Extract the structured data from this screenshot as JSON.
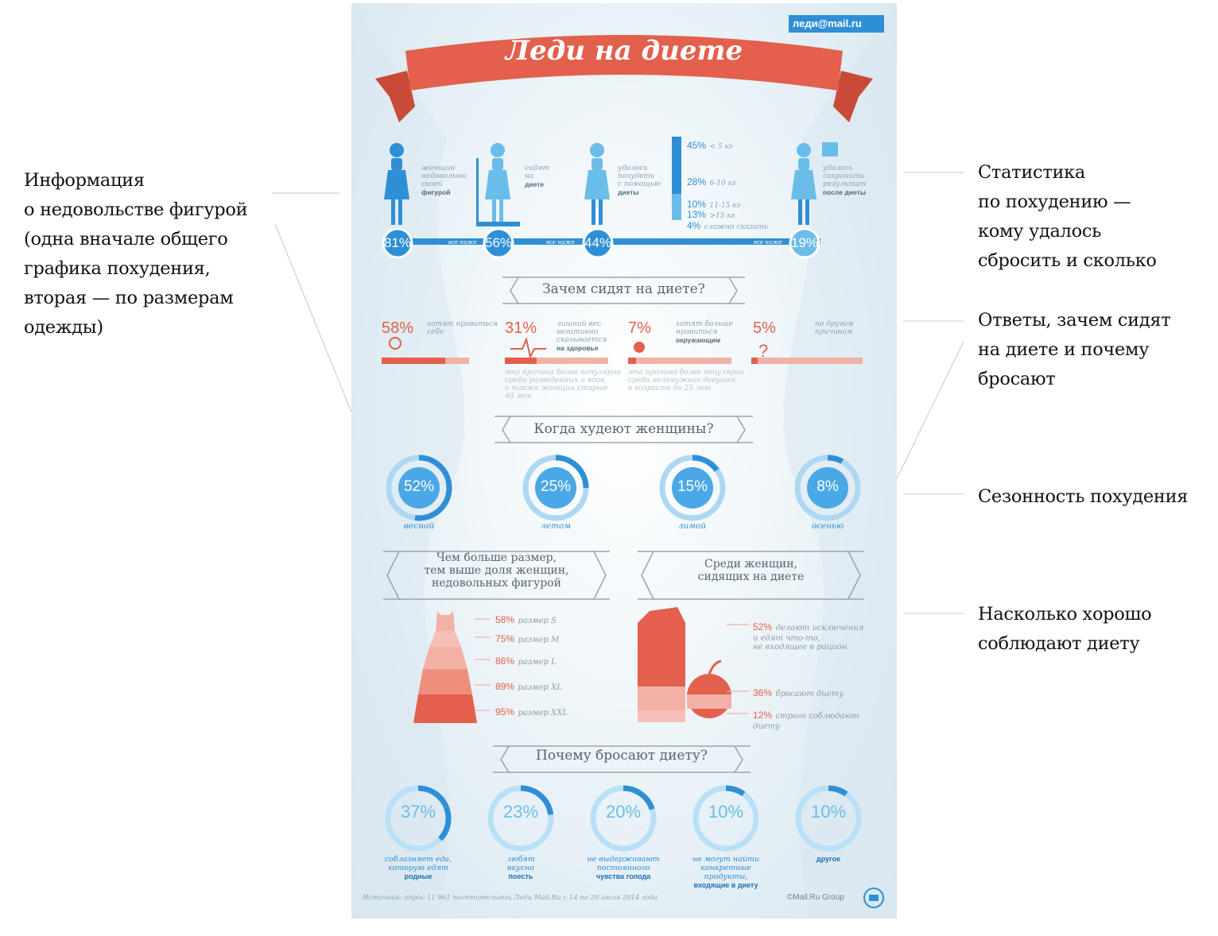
{
  "annotations": {
    "left": [
      "Информация",
      "о недовольстве фигурой",
      "(одна вначале общего",
      "графика похудения,",
      "вторая — по размерам",
      "одежды)"
    ],
    "stats": [
      "Статистика",
      "по похудению —",
      "кому удалось",
      "сбросить и сколько"
    ],
    "reasons": [
      "Ответы, зачем сидят",
      "на диете и почему",
      "бросают"
    ],
    "season": [
      "Сезонность похудения"
    ],
    "adherence": [
      "Насколько хорошо",
      "соблюдают диету"
    ]
  },
  "infographic": {
    "logo": "леди@mail.ru",
    "title": "Леди на диете",
    "funnel": [
      {
        "pct": "81%",
        "label": [
          "женщин",
          "недовольны",
          "своей"
        ],
        "bold": "фигурой"
      },
      {
        "pct": "56%",
        "label": [
          "сидят",
          "на"
        ],
        "bold": "диете"
      },
      {
        "pct": "44%",
        "label": [
          "удалось",
          "похудеть",
          "с помощью"
        ],
        "bold": "диеты"
      },
      {
        "pct": "19%",
        "label": [
          "удалось",
          "сохранить",
          "результат"
        ],
        "bold": "после диеты"
      }
    ],
    "connector": "все ниже",
    "loss": [
      {
        "pct": "45%",
        "label": "< 5 кг"
      },
      {
        "pct": "28%",
        "label": "6-10 кг"
      },
      {
        "pct": "10%",
        "label": "11-15 кг"
      },
      {
        "pct": "13%",
        "label": ">15 кг"
      },
      {
        "pct": "4%",
        "label": "сложно сказать"
      }
    ],
    "why_title": "Зачем сидят на диете?",
    "why": [
      {
        "pct": "58%",
        "text": [
          "хотят нравиться",
          "себе"
        ],
        "bold": "",
        "value": 58
      },
      {
        "pct": "31%",
        "text": [
          "лишний вес",
          "негативно",
          "сказывается"
        ],
        "bold": "на здоровье",
        "value": 31
      },
      {
        "pct": "7%",
        "text": [
          "хотят больше",
          "нравиться"
        ],
        "bold": "окружающим",
        "value": 7
      },
      {
        "pct": "5%",
        "text": [
          "по другим",
          "причинам"
        ],
        "bold": "",
        "value": 5
      }
    ],
    "why_notes": [
      [
        "эта причина более популярна",
        "среди разведенных и вдов,",
        "а также женщин старше",
        "40 лет"
      ],
      [
        "эта причина более популярна",
        "среди незамужних девушек",
        "в возрасте до 25 лет"
      ]
    ],
    "when_title": "Когда худеют женщины?",
    "seasons": [
      {
        "pct": "52%",
        "label": "весной",
        "value": 52
      },
      {
        "pct": "25%",
        "label": "летом",
        "value": 25
      },
      {
        "pct": "15%",
        "label": "зимой",
        "value": 15
      },
      {
        "pct": "8%",
        "label": "осенью",
        "value": 8
      }
    ],
    "size_title": [
      "Чем больше размер,",
      "тем выше доля женщин,",
      "недовольных фигурой"
    ],
    "sizes": [
      {
        "pct": "58%",
        "label": "размер S"
      },
      {
        "pct": "75%",
        "label": "размер M"
      },
      {
        "pct": "86%",
        "label": "размер L"
      },
      {
        "pct": "89%",
        "label": "размер XL"
      },
      {
        "pct": "95%",
        "label": "размер XXL"
      }
    ],
    "diet_title": [
      "Среди женщин,",
      "сидящих на диете"
    ],
    "diet": [
      {
        "pct": "52%",
        "text": [
          "делают исключения",
          "и едят что-то,",
          "не входящее в рацион"
        ]
      },
      {
        "pct": "36%",
        "text": [
          "бросают диету"
        ]
      },
      {
        "pct": "12%",
        "text": [
          "строго соблюдают",
          "диету"
        ]
      }
    ],
    "quit_title": "Почему бросают диету?",
    "quit": [
      {
        "pct": "37%",
        "value": 37,
        "text": [
          "соблазняет еда,",
          "которую едят"
        ],
        "bold": "родные",
        "icon": "pot-icon"
      },
      {
        "pct": "23%",
        "value": 23,
        "text": [
          "любят",
          "вкусно"
        ],
        "bold": "поесть",
        "icon": "cloche-icon"
      },
      {
        "pct": "20%",
        "value": 20,
        "text": [
          "не выдерживают",
          "постоянного"
        ],
        "bold": "чувства голода",
        "icon": "cutlery-icon"
      },
      {
        "pct": "10%",
        "value": 10,
        "text": [
          "не могут найти",
          "конкретные продукты,"
        ],
        "bold": "входящие в диету",
        "icon": "basket-icon"
      },
      {
        "pct": "10%",
        "value": 10,
        "text": [],
        "bold": "другое",
        "icon": "question-icon"
      }
    ],
    "source": "Источник: опрос 11 961 посетительниц Леди Mail.Ru с 14 по 20 июля 2014 года",
    "copyright": "©Mail.Ru Group"
  },
  "colors": {
    "red": "#e2604c",
    "blue": "#2f8fd6",
    "light_blue": "#6bbde9",
    "pink": "#f3b1a5"
  }
}
